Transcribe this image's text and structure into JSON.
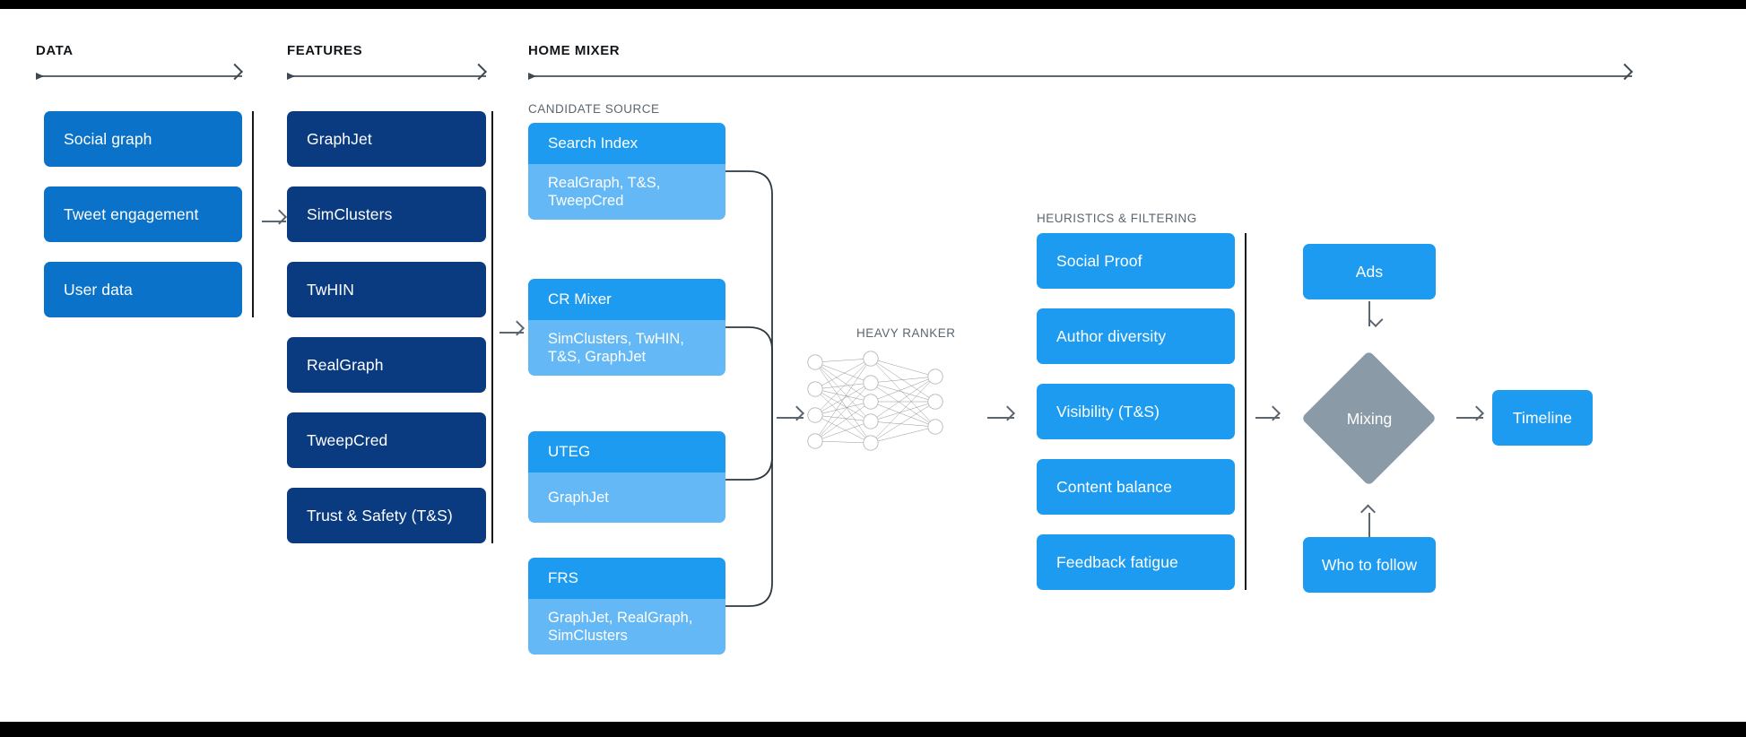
{
  "stages": [
    {
      "id": "data",
      "label": "DATA"
    },
    {
      "id": "features",
      "label": "FEATURES"
    },
    {
      "id": "home_mixer",
      "label": "HOME MIXER"
    }
  ],
  "sections": {
    "candidate_source": "CANDIDATE SOURCE",
    "heuristics": "HEURISTICS & FILTERING",
    "heavy_ranker": "HEAVY RANKER"
  },
  "data_column": {
    "items": [
      {
        "label": "Social graph"
      },
      {
        "label": "Tweet engagement"
      },
      {
        "label": "User data"
      }
    ]
  },
  "features_column": {
    "items": [
      {
        "label": "GraphJet"
      },
      {
        "label": "SimClusters"
      },
      {
        "label": "TwHIN"
      },
      {
        "label": "RealGraph"
      },
      {
        "label": "TweepCred"
      },
      {
        "label": "Trust & Safety (T&S)"
      }
    ]
  },
  "candidate_sources": {
    "items": [
      {
        "title": "Search Index",
        "detail": "RealGraph, T&S, TweepCred"
      },
      {
        "title": "CR Mixer",
        "detail": "SimClusters, TwHIN, T&S, GraphJet"
      },
      {
        "title": "UTEG",
        "detail": "GraphJet"
      },
      {
        "title": "FRS",
        "detail": "GraphJet, RealGraph, SimClusters"
      }
    ]
  },
  "heuristics_column": {
    "items": [
      {
        "label": "Social Proof"
      },
      {
        "label": "Author diversity"
      },
      {
        "label": "Visibility (T&S)"
      },
      {
        "label": "Content balance"
      },
      {
        "label": "Feedback fatigue"
      }
    ]
  },
  "outputs": {
    "ads": "Ads",
    "who_to_follow": "Who to follow",
    "mixing": "Mixing",
    "timeline": "Timeline"
  },
  "neural_network": {
    "layers": [
      4,
      5,
      3
    ]
  },
  "colors": {
    "data_blue": "#0a72c8",
    "feature_navy": "#0a3b80",
    "accent_blue": "#1d9bf0",
    "light_blue": "#64b8f5",
    "mixing_gray": "#8b9aa7",
    "rule_gray": "#5b6670",
    "text_dark": "#14171a",
    "background": "#ffffff"
  }
}
